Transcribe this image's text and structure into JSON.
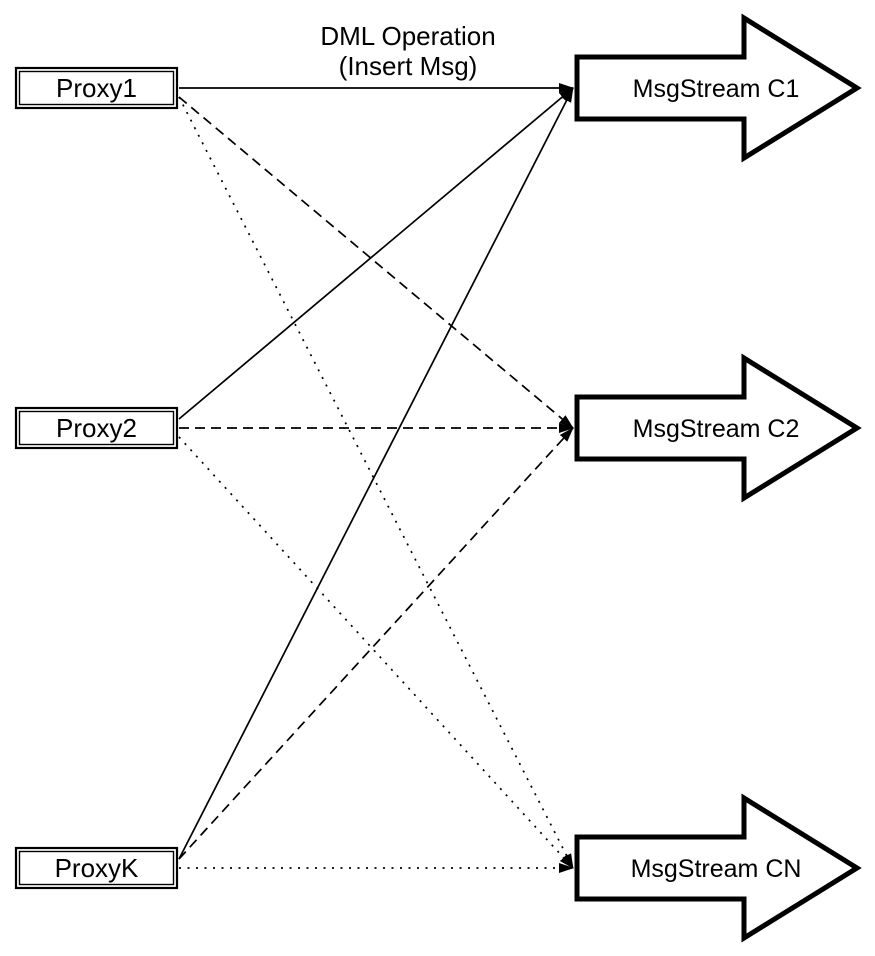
{
  "diagram": {
    "background_color": "#ffffff",
    "ink_color": "#000000",
    "edge_label": {
      "line1": "DML Operation",
      "line2": "(Insert Msg)"
    },
    "proxies": [
      {
        "id": "p1",
        "label": "Proxy1"
      },
      {
        "id": "p2",
        "label": "Proxy2"
      },
      {
        "id": "pk",
        "label": "ProxyK"
      }
    ],
    "streams": [
      {
        "id": "c1",
        "label": "MsgStream C1"
      },
      {
        "id": "c2",
        "label": "MsgStream C2"
      },
      {
        "id": "cn",
        "label": "MsgStream CN"
      }
    ],
    "edges": [
      {
        "from": "p1",
        "to": "c1",
        "style": "solid"
      },
      {
        "from": "p1",
        "to": "c2",
        "style": "dashed"
      },
      {
        "from": "p1",
        "to": "cn",
        "style": "dotted"
      },
      {
        "from": "p2",
        "to": "c1",
        "style": "solid"
      },
      {
        "from": "p2",
        "to": "c2",
        "style": "dashed"
      },
      {
        "from": "p2",
        "to": "cn",
        "style": "dotted"
      },
      {
        "from": "pk",
        "to": "c1",
        "style": "solid"
      },
      {
        "from": "pk",
        "to": "c2",
        "style": "dashed"
      },
      {
        "from": "pk",
        "to": "cn",
        "style": "dotted"
      }
    ]
  }
}
